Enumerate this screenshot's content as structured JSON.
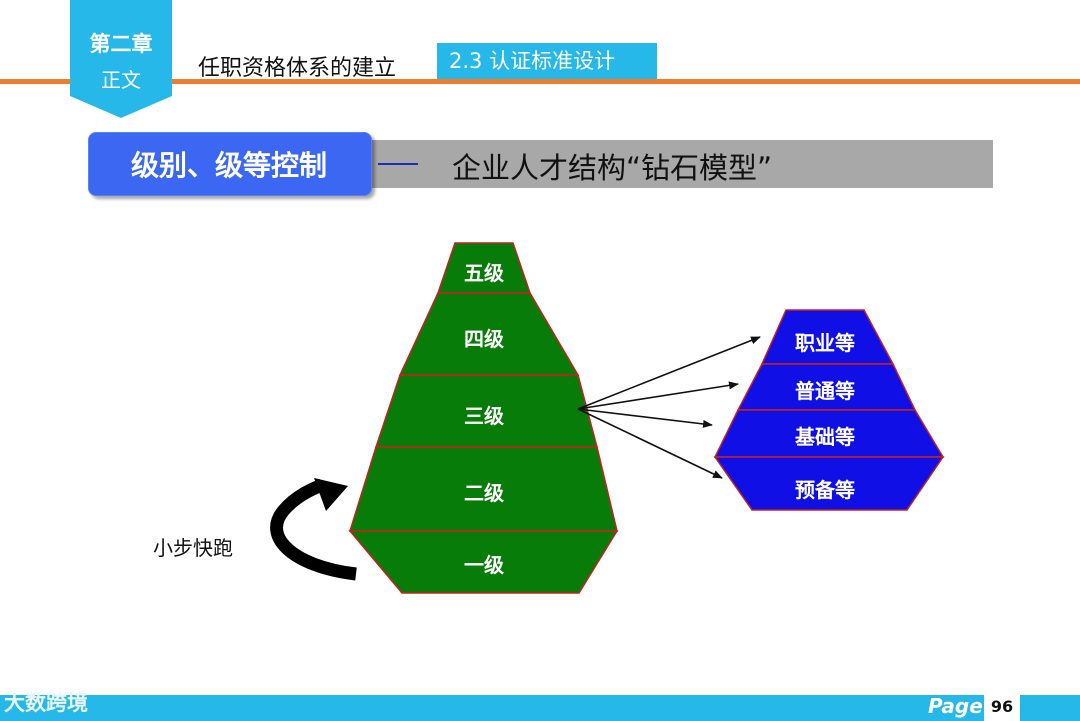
{
  "header": {
    "chapter_title": "第二章",
    "chapter_sub": "正文",
    "title": "任职资格体系的建立",
    "section_tag": "2.3 认证标准设计"
  },
  "banner": {
    "label": "级别、级等控制",
    "text": "企业人才结构“钻石模型”"
  },
  "diagram": {
    "levels": [
      "五级",
      "四级",
      "三级",
      "二级",
      "一级"
    ],
    "grades": [
      "职业等",
      "普通等",
      "基础等",
      "预备等"
    ],
    "side_label": "小步快跑",
    "colors": {
      "pyramid": "#087c08",
      "diamond": "#1010e6",
      "outline": "#c82020"
    }
  },
  "footer": {
    "page_word": "Page",
    "page_number": "96",
    "watermark": "大数跨境"
  }
}
